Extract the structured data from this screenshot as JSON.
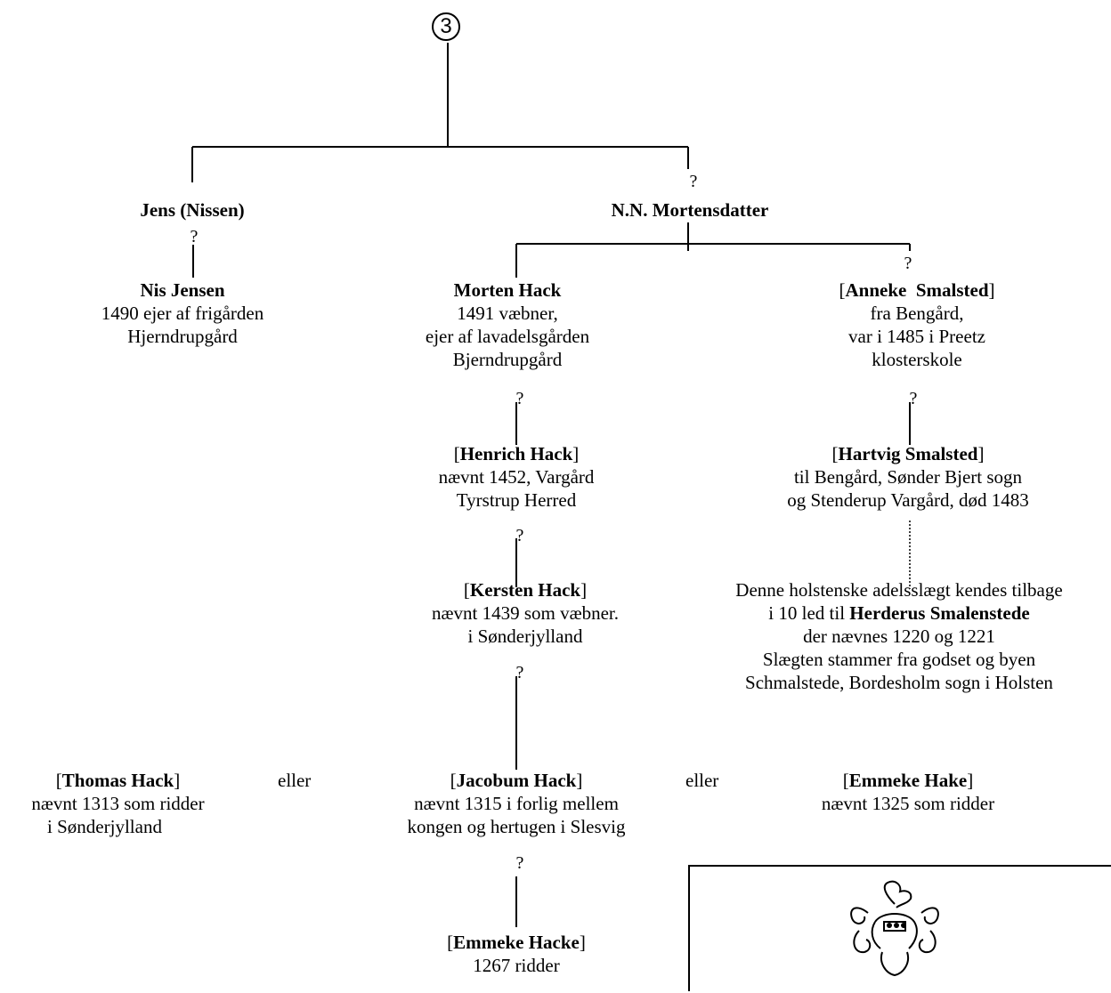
{
  "root_marker": "3",
  "q": "?",
  "or_word": "eller",
  "jens": {
    "name": "Jens (Nissen)"
  },
  "nis": {
    "name": "Nis Jensen",
    "lines": [
      "1490 ejer af frigården",
      "Hjerndrupgård"
    ]
  },
  "nn": {
    "name": "N.N. Mortensdatter"
  },
  "morten": {
    "name": "Morten Hack",
    "lines": [
      "1491 væbner,",
      "ejer af lavadelsgården",
      "Bjerndrupgård"
    ]
  },
  "anneke": {
    "open": "[",
    "name": "Anneke  Smalsted",
    "close": "]",
    "lines": [
      "fra Bengård,",
      "var i 1485 i Preetz",
      "klosterskole"
    ]
  },
  "henrich": {
    "open": "[",
    "name": "Henrich Hack",
    "close": "]",
    "lines": [
      "nævnt 1452, Vargård",
      "Tyrstrup Herred"
    ]
  },
  "hartvig": {
    "open": "[",
    "name": "Hartvig Smalsted",
    "close": "]",
    "lines": [
      "til Bengård, Sønder Bjert sogn",
      "og Stenderup Vargård, død 1483"
    ]
  },
  "kersten": {
    "open": "[",
    "name": "Kersten Hack",
    "close": "]",
    "lines": [
      "nævnt 1439 som væbner.",
      "i Sønderjylland"
    ]
  },
  "herderus": {
    "line1": "Denne holstenske adelsslægt kendes tilbage",
    "line2_pre": "i 10 led til ",
    "line2_bold": "Herderus Smalenstede",
    "line3": "der nævnes 1220 og 1221",
    "line4": "Slægten stammer fra godset og byen",
    "line5": "Schmalstede, Bordesholm sogn i Holsten"
  },
  "thomas": {
    "open": "[",
    "name": "Thomas Hack",
    "close": "]",
    "lines": [
      "nævnt 1313 som ridder",
      "i Sønderjylland"
    ]
  },
  "jacobum": {
    "open": "[",
    "name": "Jacobum Hack",
    "close": "]",
    "lines": [
      "nævnt 1315 i forlig mellem",
      "kongen og hertugen i Slesvig"
    ]
  },
  "emmeke_hake": {
    "open": "[",
    "name": "Emmeke Hake",
    "close": "]",
    "lines": [
      "nævnt 1325 som ridder"
    ]
  },
  "emmeke_hacke": {
    "open": "[",
    "name": "Emmeke Hacke",
    "close": "]",
    "lines": [
      "1267 ridder"
    ]
  },
  "crest_icon": "coat-of-arms-icon"
}
